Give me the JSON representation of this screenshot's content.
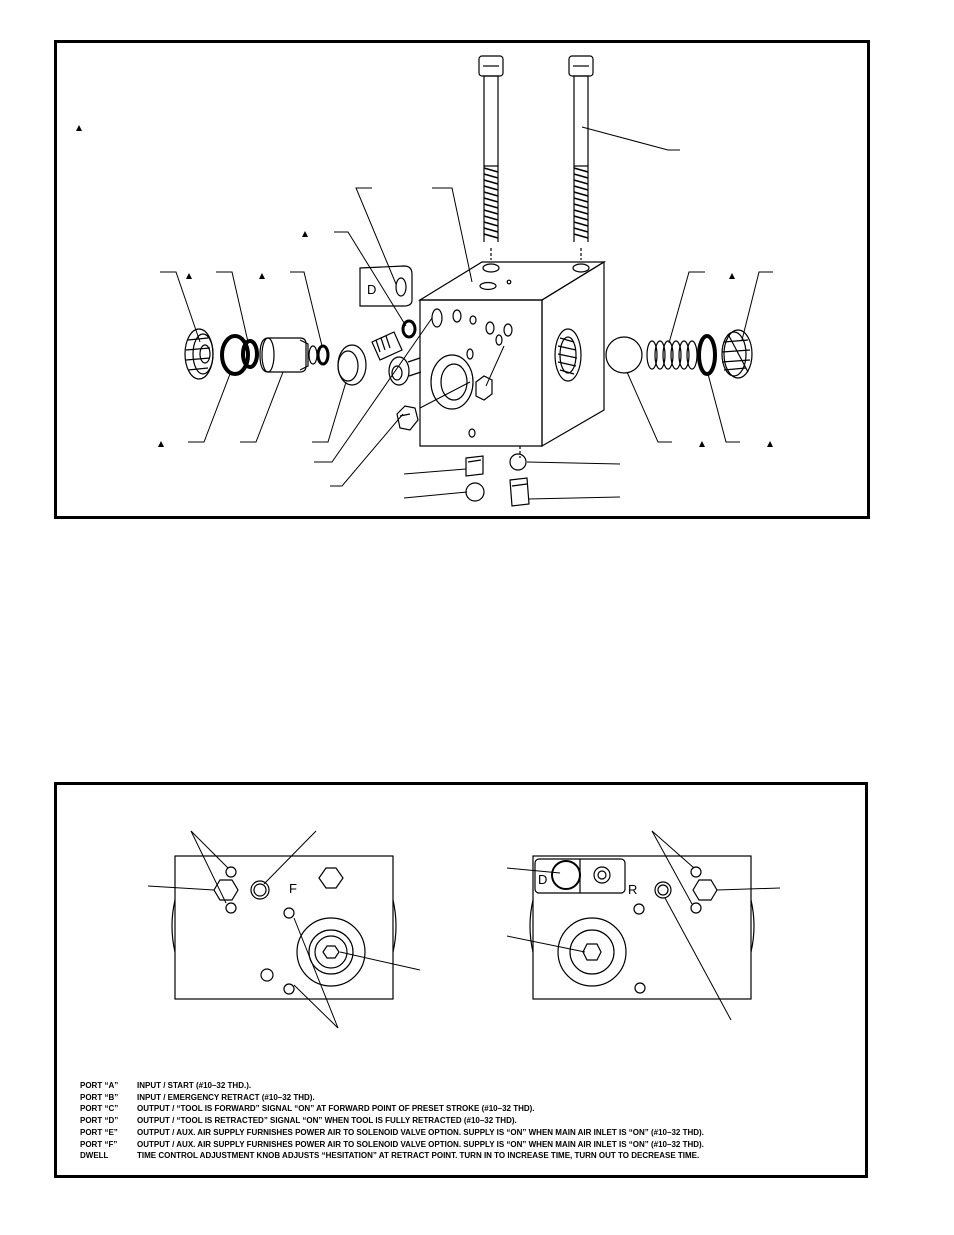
{
  "bottom_view": {
    "face_letters": {
      "left": "F",
      "right": "R",
      "plate": "D"
    }
  },
  "legend": [
    {
      "port": "PORT “A”",
      "description": "INPUT / START (#10–32 THD.)."
    },
    {
      "port": "PORT “B”",
      "description": "INPUT / EMERGENCY RETRACT (#10–32 THD)."
    },
    {
      "port": "PORT “C”",
      "description": "OUTPUT / “TOOL IS FORWARD” SIGNAL “ON” AT FORWARD POINT OF PRESET STROKE (#10–32 THD)."
    },
    {
      "port": "PORT “D”",
      "description": "OUTPUT / “TOOL IS RETRACTED” SIGNAL “ON” WHEN TOOL IS FULLY RETRACTED (#10–32 THD)."
    },
    {
      "port": "PORT “E”",
      "description": "OUTPUT / AUX. AIR SUPPLY FURNISHES POWER AIR TO SOLENOID VALVE OPTION. SUPPLY IS “ON” WHEN MAIN AIR INLET IS “ON” (#10–32 THD)."
    },
    {
      "port": "PORT “F”",
      "description": "OUTPUT / AUX. AIR SUPPLY FURNISHES POWER AIR TO SOLENOID VALVE OPTION. SUPPLY IS “ON” WHEN MAIN AIR INLET IS “ON” (#10–32 THD)."
    },
    {
      "port": "DWELL",
      "description": "TIME CONTROL ADJUSTMENT KNOB ADJUSTS “HESITATION” AT RETRACT POINT. TURN IN TO INCREASE TIME, TURN OUT TO DECREASE TIME."
    }
  ]
}
